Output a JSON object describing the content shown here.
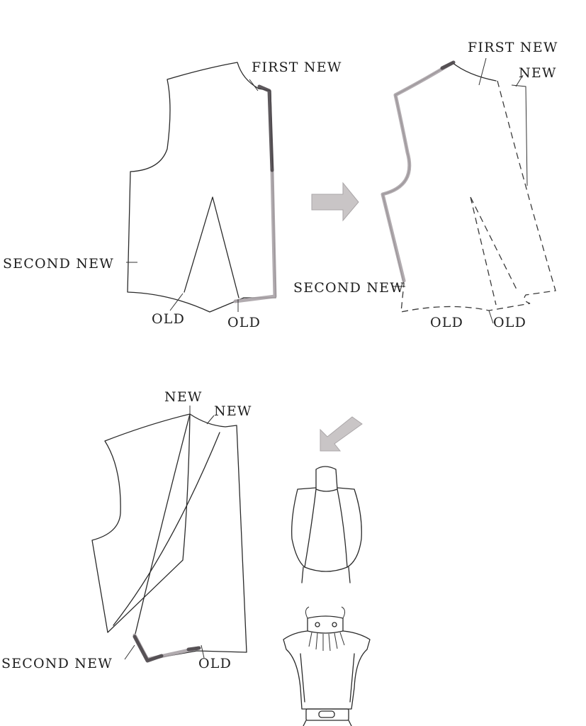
{
  "labels": {
    "panel1": {
      "first_new": "FIRST NEW",
      "second_new": "SECOND NEW",
      "old_left": "OLD",
      "old_right": "OLD"
    },
    "panel2": {
      "first_new": "FIRST NEW",
      "new": "NEW",
      "second_new": "SECOND NEW",
      "old_left": "OLD",
      "old_right": "OLD"
    },
    "panel3": {
      "new_left": "NEW",
      "new_right": "NEW",
      "second_new": "SECOND NEW",
      "old": "OLD"
    }
  },
  "colors": {
    "highlight_light": "#a9a2a6",
    "highlight_dark": "#4d474b",
    "arrow_fill": "#c9c5c6",
    "line": "#2a2a2a"
  },
  "icons": {
    "arrow_right": "arrow-right-icon",
    "arrow_down_left": "arrow-down-left-icon"
  }
}
